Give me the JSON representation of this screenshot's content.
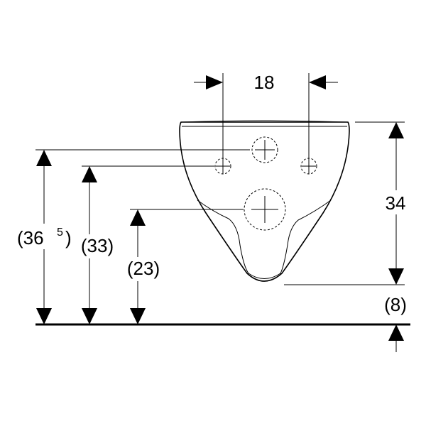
{
  "diagram": {
    "dimensions": {
      "width_between_holes": "18",
      "bowl_height": "34",
      "bottom_clearance": "(8)",
      "overall_height_main": "(36",
      "overall_height_sup": "5",
      "overall_height_close": ")",
      "upper_hole_height": "(33)",
      "outlet_height": "(23)"
    }
  }
}
